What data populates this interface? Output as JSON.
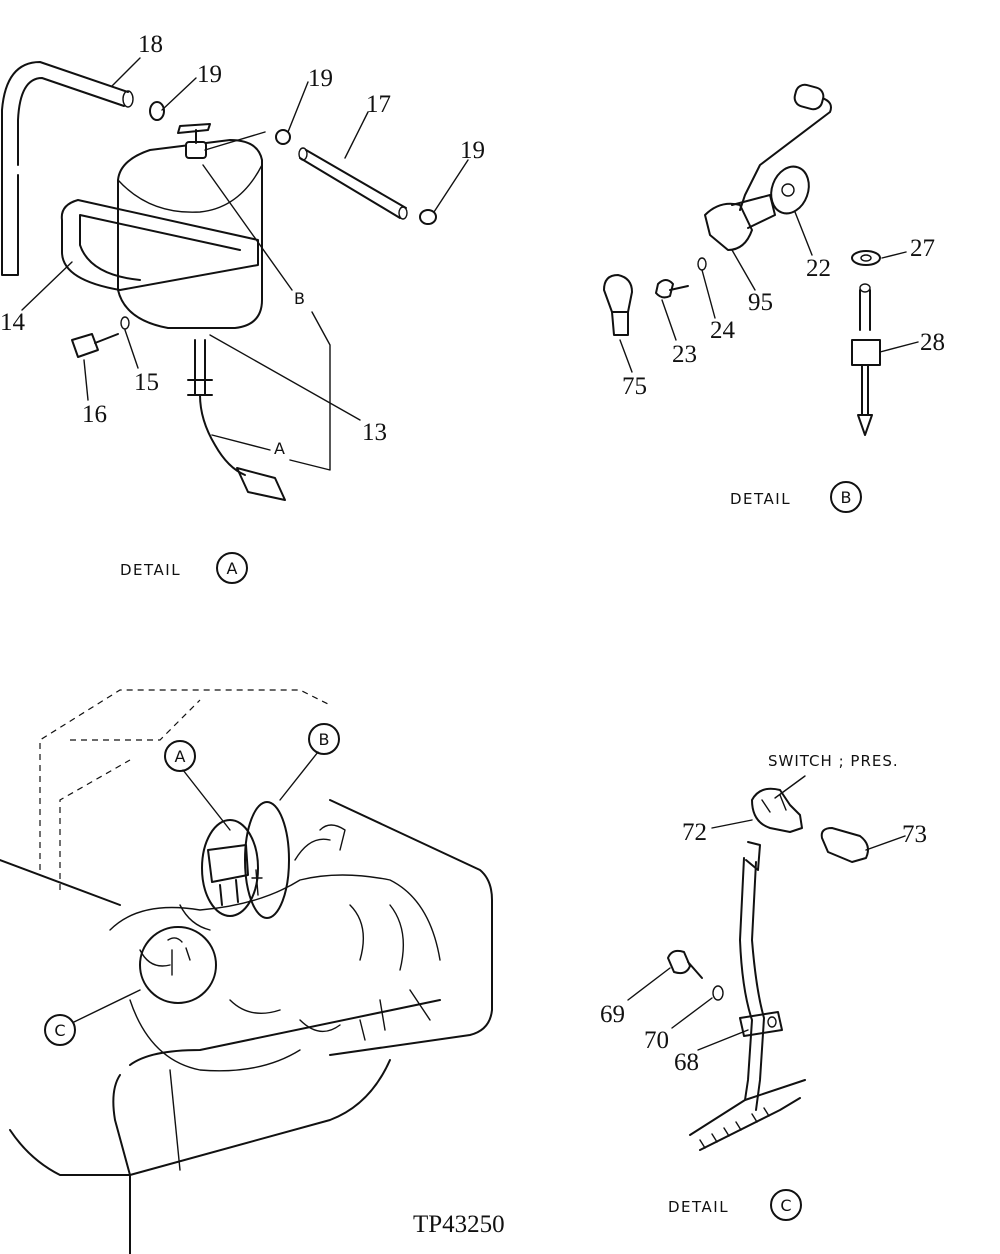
{
  "detail_a": {
    "caption": "DETAIL",
    "circle_label": "A",
    "callouts": {
      "c18": "18",
      "c19a": "19",
      "c19b": "19",
      "c19c": "19",
      "c17": "17",
      "c14": "14",
      "c15": "15",
      "c16": "16",
      "c13": "13",
      "lbl_b": "B",
      "lbl_a": "A"
    }
  },
  "detail_b": {
    "caption": "DETAIL",
    "circle_label": "B",
    "callouts": {
      "c22": "22",
      "c27": "27",
      "c95": "95",
      "c24": "24",
      "c23": "23",
      "c28": "28",
      "c75": "75"
    }
  },
  "detail_c": {
    "caption": "DETAIL",
    "circle_label": "C",
    "switch_label": "SWITCH ; PRES.",
    "callouts": {
      "c72": "72",
      "c73": "73",
      "c69": "69",
      "c70": "70",
      "c68": "68"
    }
  },
  "overview": {
    "circle_a": "A",
    "circle_b": "B",
    "circle_c": "C"
  },
  "figure_id": "TP43250"
}
